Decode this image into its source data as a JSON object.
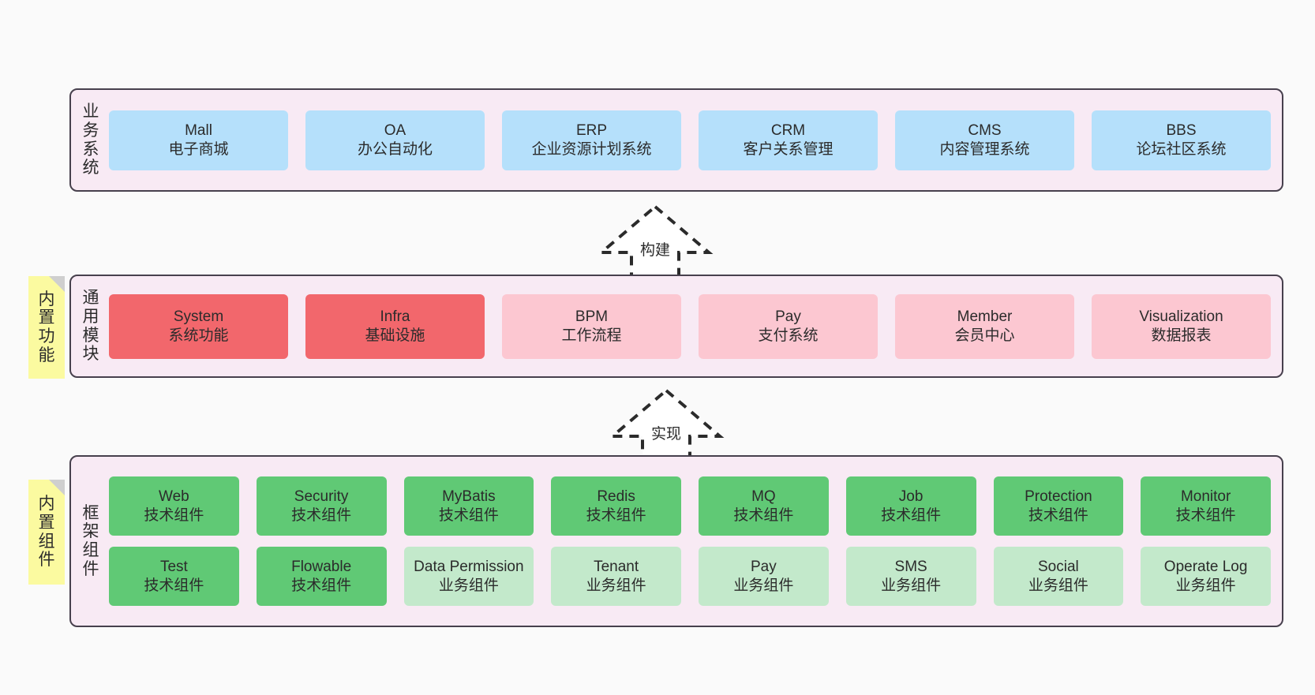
{
  "page": {
    "background": "#fafafa",
    "panel_fill": "#f8eaf4",
    "panel_border": "#47404d",
    "note_fill": "#fbfaa0"
  },
  "layers": [
    {
      "id": "business",
      "title": "业务系统",
      "rows": [
        {
          "nodes": [
            {
              "en": "Mall",
              "cn": "电子商城",
              "color": "#b5e0fb"
            },
            {
              "en": "OA",
              "cn": "办公自动化",
              "color": "#b5e0fb"
            },
            {
              "en": "ERP",
              "cn": "企业资源计划系统",
              "color": "#b5e0fb"
            },
            {
              "en": "CRM",
              "cn": "客户关系管理",
              "color": "#b5e0fb"
            },
            {
              "en": "CMS",
              "cn": "内容管理系统",
              "color": "#b5e0fb"
            },
            {
              "en": "BBS",
              "cn": "论坛社区系统",
              "color": "#b5e0fb"
            }
          ]
        }
      ]
    },
    {
      "id": "common-module",
      "title": "通用模块",
      "note": "内置功能",
      "rows": [
        {
          "nodes": [
            {
              "en": "System",
              "cn": "系统功能",
              "color": "#f2676c"
            },
            {
              "en": "Infra",
              "cn": "基础设施",
              "color": "#f2676c"
            },
            {
              "en": "BPM",
              "cn": "工作流程",
              "color": "#fcc7d1"
            },
            {
              "en": "Pay",
              "cn": "支付系统",
              "color": "#fcc7d1"
            },
            {
              "en": "Member",
              "cn": "会员中心",
              "color": "#fcc7d1"
            },
            {
              "en": "Visualization",
              "cn": "数据报表",
              "color": "#fcc7d1"
            }
          ]
        }
      ]
    },
    {
      "id": "framework",
      "title": "框架组件",
      "note": "内置组件",
      "rows": [
        {
          "nodes": [
            {
              "en": "Web",
              "cn": "技术组件",
              "color": "#60c975"
            },
            {
              "en": "Security",
              "cn": "技术组件",
              "color": "#60c975"
            },
            {
              "en": "MyBatis",
              "cn": "技术组件",
              "color": "#60c975"
            },
            {
              "en": "Redis",
              "cn": "技术组件",
              "color": "#60c975"
            },
            {
              "en": "MQ",
              "cn": "技术组件",
              "color": "#60c975"
            },
            {
              "en": "Job",
              "cn": "技术组件",
              "color": "#60c975"
            },
            {
              "en": "Protection",
              "cn": "技术组件",
              "color": "#60c975"
            },
            {
              "en": "Monitor",
              "cn": "技术组件",
              "color": "#60c975"
            }
          ]
        },
        {
          "nodes": [
            {
              "en": "Test",
              "cn": "技术组件",
              "color": "#60c975"
            },
            {
              "en": "Flowable",
              "cn": "技术组件",
              "color": "#60c975"
            },
            {
              "en": "Data Permission",
              "cn": "业务组件",
              "color": "#c3e9cb"
            },
            {
              "en": "Tenant",
              "cn": "业务组件",
              "color": "#c3e9cb"
            },
            {
              "en": "Pay",
              "cn": "业务组件",
              "color": "#c3e9cb"
            },
            {
              "en": "SMS",
              "cn": "业务组件",
              "color": "#c3e9cb"
            },
            {
              "en": "Social",
              "cn": "业务组件",
              "color": "#c3e9cb"
            },
            {
              "en": "Operate Log",
              "cn": "业务组件",
              "color": "#c3e9cb"
            }
          ]
        }
      ]
    }
  ],
  "arrows": [
    {
      "id": "build",
      "label": "构建",
      "from": "common-module",
      "to": "business"
    },
    {
      "id": "implement",
      "label": "实现",
      "from": "framework",
      "to": "common-module"
    }
  ]
}
